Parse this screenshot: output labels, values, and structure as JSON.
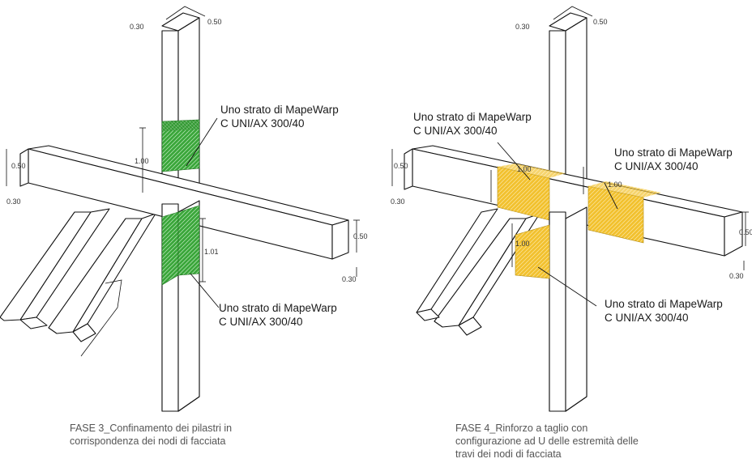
{
  "colors": {
    "green_wrap": "#3aa63a",
    "yellow_wrap": "#f2c12e",
    "line": "#111111",
    "caption": "#555555"
  },
  "left": {
    "dims": {
      "top_a": "0.30",
      "top_b": "0.50",
      "left_a": "0.50",
      "left_b": "0.30",
      "wrap_top_len": "1.00",
      "wrap_bottom_len": "1.01",
      "right_a": "0.50",
      "right_b": "0.30"
    },
    "callout_top": [
      "Uno strato di MapeWarp",
      "C UNI/AX 300/40"
    ],
    "callout_bottom": [
      "Uno strato di MapeWarp",
      "C UNI/AX 300/40"
    ],
    "caption": [
      "FASE 3_Confinamento dei pilastri in",
      "corrispondenza dei nodi di facciata"
    ]
  },
  "right": {
    "dims": {
      "top_a": "0.30",
      "top_b": "0.50",
      "left_a": "0.50",
      "left_b": "0.30",
      "wrap_left_len": "1.00",
      "wrap_right_len": "1.00",
      "wrap_down_len": "1.00",
      "right_a": "0.50",
      "right_b": "0.30"
    },
    "callout_top_left": [
      "Uno strato di MapeWarp",
      "C UNI/AX 300/40"
    ],
    "callout_top_right": [
      "Uno strato di MapeWarp",
      "C UNI/AX 300/40"
    ],
    "callout_bottom": [
      "Uno strato di MapeWarp",
      "C UNI/AX 300/40"
    ],
    "caption": [
      "FASE 4_Rinforzo a taglio con",
      "configurazione ad U delle estremità delle",
      "travi dei nodi di facciata"
    ]
  }
}
